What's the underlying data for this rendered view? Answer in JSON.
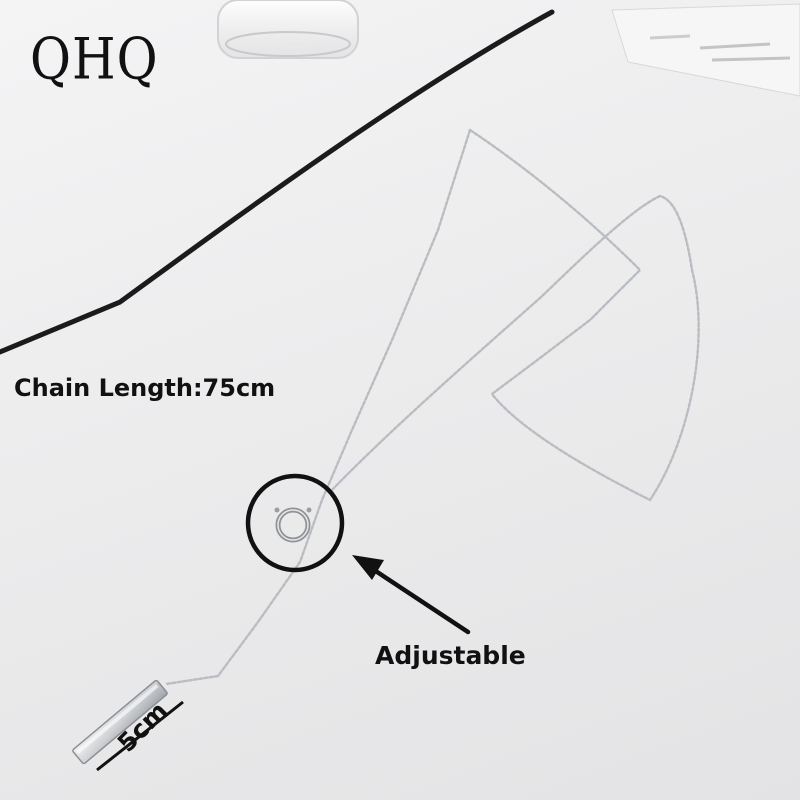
{
  "brand": {
    "logo_text": "QHQ"
  },
  "annotations": {
    "chain_length": "Chain Length:75cm",
    "adjustable": "Adjustable",
    "bar_size": "5cm"
  },
  "colors": {
    "background": "#ededee",
    "chain": "#b9bcc1",
    "annotation": "#111111",
    "cable": "#1b1b1b"
  },
  "icons": {
    "highlight": "circle-highlight-icon",
    "pointer": "arrow-icon"
  }
}
